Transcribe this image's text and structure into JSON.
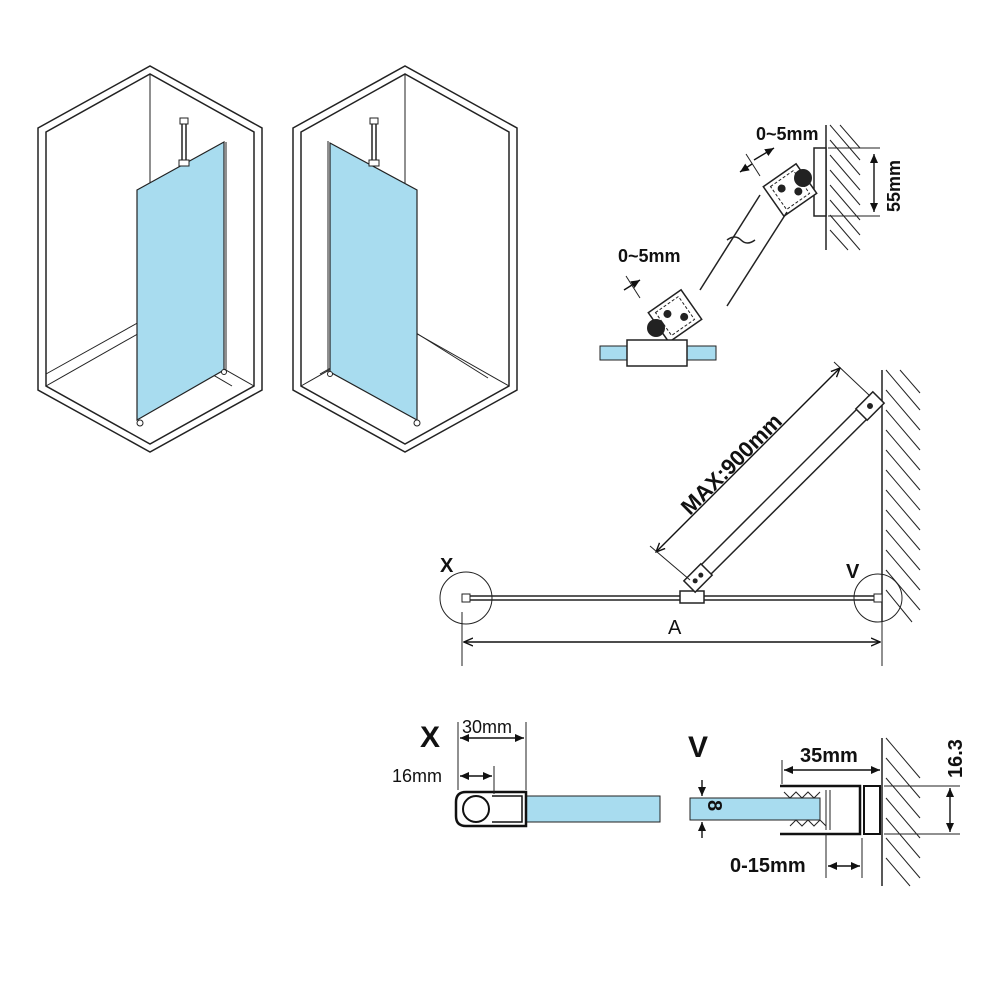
{
  "labels": {
    "gap_top": "0~5mm",
    "gap_bottom": "0~5mm",
    "height_55": "55mm",
    "max_length": "MAX:900mm",
    "detail_x": "X",
    "detail_v": "V",
    "width_a": "A",
    "section_x": "X",
    "section_v": "V",
    "dim_30": "30mm",
    "dim_16": "16mm",
    "dim_8": "8",
    "dim_35": "35mm",
    "dim_16_3": "16.3",
    "dim_0_15": "0-15mm"
  },
  "colors": {
    "glass": "#a8dcef",
    "line": "#222222"
  }
}
